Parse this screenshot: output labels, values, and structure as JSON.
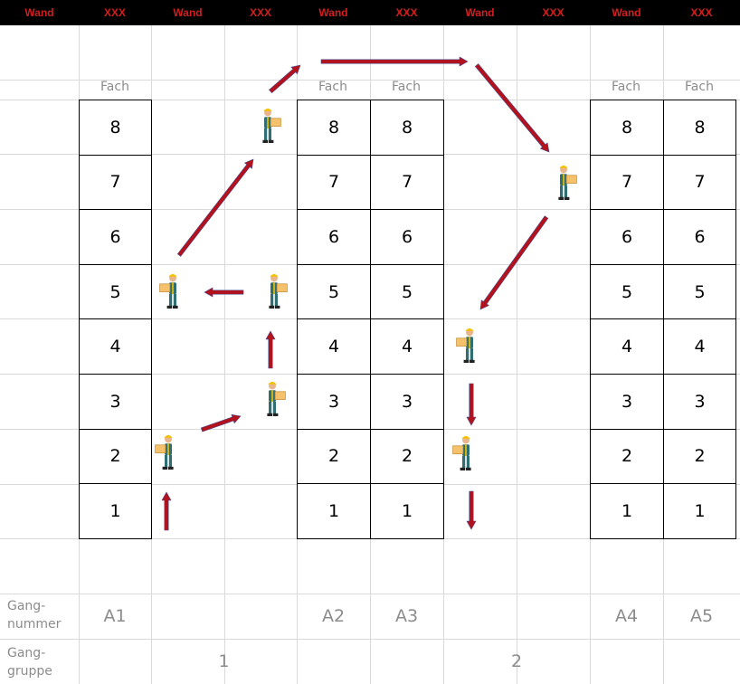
{
  "header": {
    "labels": [
      "Wand",
      "XXX",
      "Wand",
      "XXX",
      "Wand",
      "XXX",
      "Wand",
      "XXX",
      "Wand",
      "XXX"
    ]
  },
  "fach_label": "Fach",
  "slot_numbers": [
    "8",
    "7",
    "6",
    "5",
    "4",
    "3",
    "2",
    "1"
  ],
  "row_labels": {
    "gangnummer": [
      "Gang-",
      "nummer"
    ],
    "ganggruppe": [
      "Gang-",
      "gruppe"
    ]
  },
  "aisles": [
    "A1",
    "A2",
    "A3",
    "A4",
    "A5"
  ],
  "groups": [
    "1",
    "2"
  ],
  "colors": {
    "header_bg": "#000000",
    "header_text": "#d21e1e",
    "arrow": "#b3121c",
    "arrow_outline": "#4a4a8a",
    "grid": "#d9d9d9",
    "label_gray": "#8c8c8c",
    "worker_box": "#f5c26b",
    "worker_body": "#2f6f73",
    "worker_helmet": "#f2c200"
  }
}
